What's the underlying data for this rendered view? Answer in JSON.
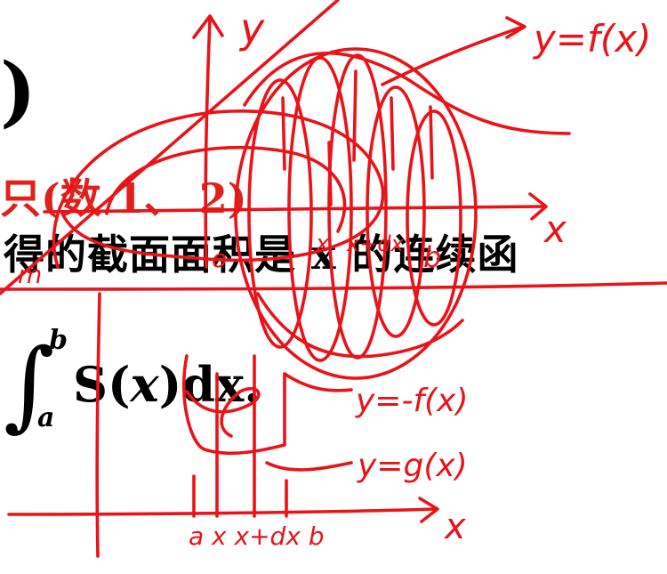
{
  "slide": {
    "line1": ")",
    "line2": "只(数 1、 2)",
    "line3": "得的截面面积是 x 的连续函",
    "integral": {
      "upper": "b",
      "lower": "a",
      "integrand": "S(",
      "variable": "x",
      "tail": ")dx."
    }
  },
  "annotations": {
    "axis_y_label": "y",
    "axis_x_label": "x",
    "curve_label_top": "y=f(x)",
    "x_tick_a": "x",
    "x_tick_b": "x+dx",
    "b_label": "b",
    "origin_label": "o",
    "m_label": "m",
    "neg_f_label": "y=-f(x)",
    "g_label": "y=g(x)",
    "bottom_labels": "a x x+dx b",
    "bottom_x_label": "x"
  },
  "colors": {
    "text": "#000000",
    "heading_red": "#e0211b",
    "ink": "#e8141a",
    "background": "#ffffff"
  }
}
